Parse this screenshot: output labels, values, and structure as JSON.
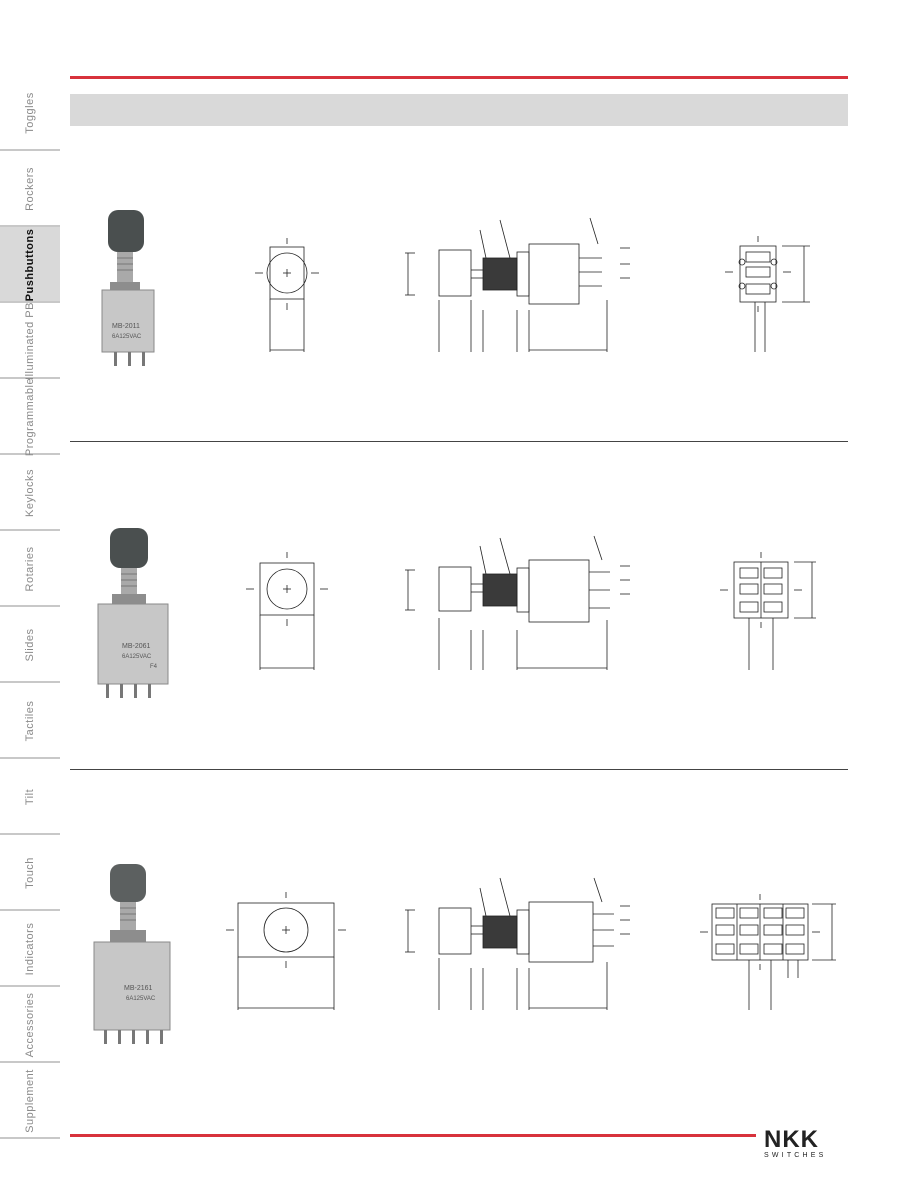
{
  "sidebar": {
    "items": [
      {
        "label": "Toggles"
      },
      {
        "label": "Rockers"
      },
      {
        "label": "Pushbuttons"
      },
      {
        "label": "Illuminated PB"
      },
      {
        "label": "Programmable"
      },
      {
        "label": "Keylocks"
      },
      {
        "label": "Rotaries"
      },
      {
        "label": "Slides"
      },
      {
        "label": "Tactiles"
      },
      {
        "label": "Tilt"
      },
      {
        "label": "Touch"
      },
      {
        "label": "Indicators"
      },
      {
        "label": "Accessories"
      },
      {
        "label": "Supplement"
      }
    ],
    "active_index": 2
  },
  "products": [
    {
      "body_label_line1": "MB-2011",
      "body_label_line2": "6A125VAC",
      "body_label_line3": ""
    },
    {
      "body_label_line1": "MB-2061",
      "body_label_line2": "6A125VAC",
      "body_label_line3": "F4"
    },
    {
      "body_label_line1": "MB-2161",
      "body_label_line2": "6A125VAC",
      "body_label_line3": ""
    }
  ],
  "footer": {
    "logo_text": "NKK",
    "logo_sub": "SWITCHES"
  },
  "colors": {
    "accent": "#d8323c",
    "band": "#d9d9d9"
  }
}
